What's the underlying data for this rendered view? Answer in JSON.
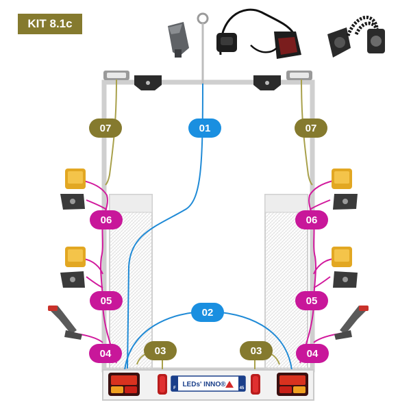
{
  "kit_title": "KIT 8.1c",
  "colors": {
    "cable_blue": "#1f8ad6",
    "cable_magenta": "#d1199c",
    "cable_olive": "#a8a04a",
    "label_blue": "#1a8fe0",
    "label_magenta": "#c8179a",
    "label_olive": "#857a2e",
    "frame": "#cfcfcf"
  },
  "labels": {
    "l01": "01",
    "l02": "02",
    "l03_left": "03",
    "l03_right": "03",
    "l04_left": "04",
    "l04_right": "04",
    "l05_left": "05",
    "l05_right": "05",
    "l06_left": "06",
    "l06_right": "06",
    "l07_left": "07",
    "l07_right": "07"
  },
  "plate": {
    "brand": "LEDs' INNO®",
    "country": "F",
    "number": "45"
  },
  "icons": {
    "top_connectors": [
      "plug-7pin-icon",
      "socket-13pin-icon",
      "coiled-cable-plug-icon"
    ],
    "side_lamps": [
      "amber-side-marker-icon",
      "marker-bracket-icon",
      "outline-marker-lamp-icon"
    ],
    "rear": [
      "rear-combination-lamp-icon",
      "reflector-icon"
    ]
  }
}
